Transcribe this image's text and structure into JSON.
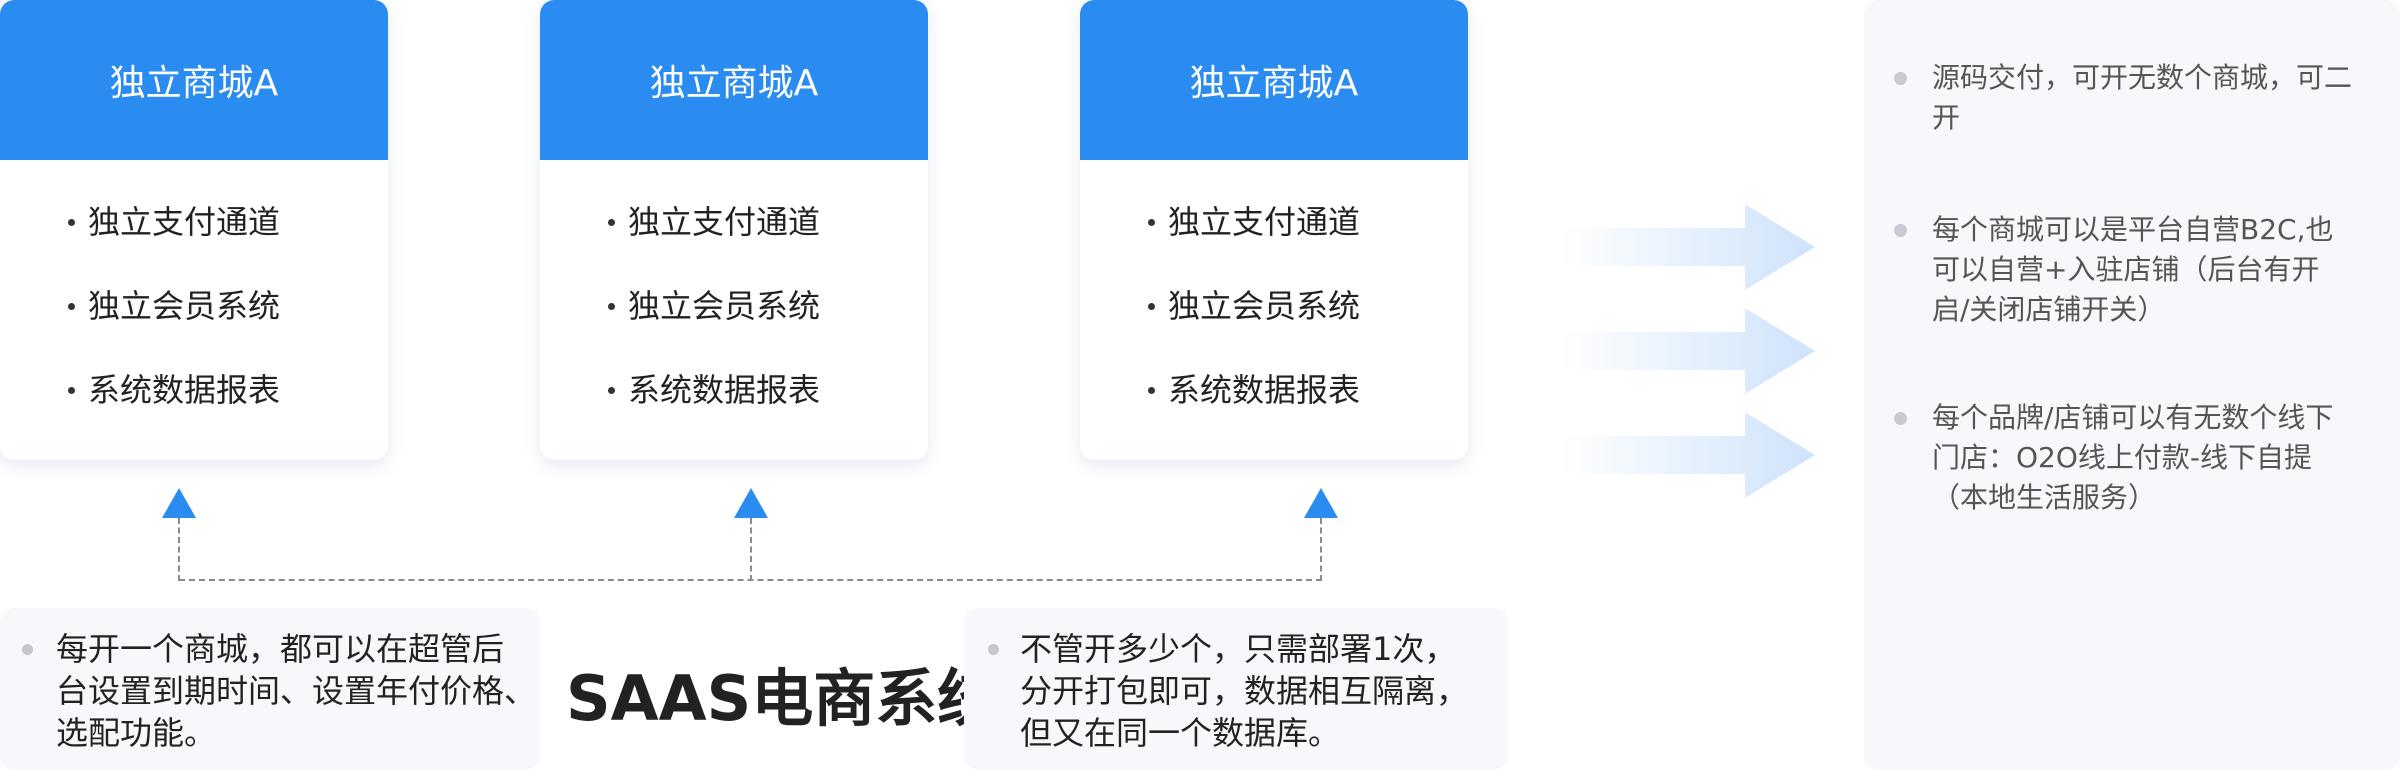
{
  "cards": [
    {
      "title": "独立商城A",
      "features": [
        "独立支付通道",
        "独立会员系统",
        "系统数据报表"
      ]
    },
    {
      "title": "独立商城A",
      "features": [
        "独立支付通道",
        "独立会员系统",
        "系统数据报表"
      ]
    },
    {
      "title": "独立商城A",
      "features": [
        "独立支付通道",
        "独立会员系统",
        "系统数据报表"
      ]
    }
  ],
  "center_title": "SAAS电商系统",
  "notes": {
    "left": [
      "每开一个商城，都可以在超管后",
      "台设置到期时间、设置年付价格、",
      "选配功能。"
    ],
    "middle": [
      "不管开多少个，只需部署1次，",
      "分开打包即可，数据相互隔离，",
      "但又在同一个数据库。"
    ]
  },
  "right_panel": {
    "items": [
      {
        "lines": [
          "源码交付，可开无数个商城，可二",
          "开"
        ]
      },
      {
        "lines": [
          "每个商城可以是平台自营B2C,也",
          "可以自营+入驻店铺（后台有开",
          "启/关闭店铺开关）"
        ]
      },
      {
        "lines": [
          "每个品牌/店铺可以有无数个线下",
          "门店：O2O线上付款-线下自提",
          "（本地生活服务）"
        ]
      }
    ]
  },
  "colors": {
    "card_header": "#2a8cf0",
    "arrow_blue": "#2a8cf0",
    "big_arrow_light": "#cfe3fb",
    "panel_bg": "#f7f8fb"
  },
  "icons": {
    "up_arrow": "triangle-up-icon",
    "big_arrow": "arrow-right-icon",
    "bullet": "bullet-dot-icon"
  }
}
